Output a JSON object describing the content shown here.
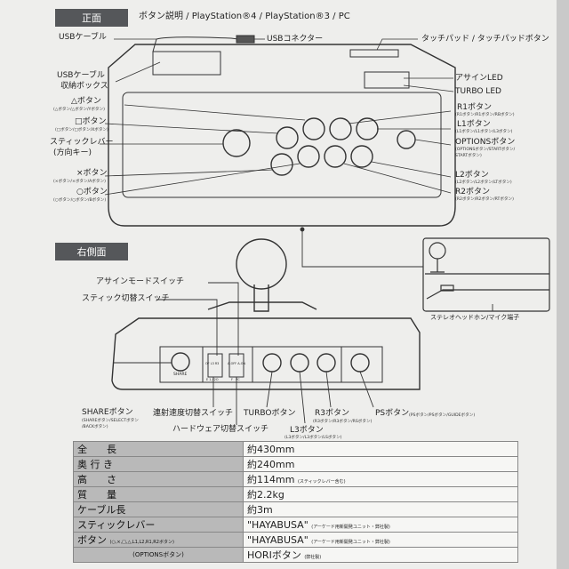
{
  "header": {
    "front_tab": "正面",
    "side_tab": "右側面",
    "subtitle": "ボタン説明 / PlayStation®4 / PlayStation®3 / PC"
  },
  "front_labels": {
    "usb_cable": "USBケーブル",
    "usb_connector": "USBコネクター",
    "touchpad": "タッチパッド / タッチパッドボタン",
    "cable_box_1": "USBケーブル",
    "cable_box_2": "収納ボックス",
    "assign_led": "アサインLED",
    "turbo_led": "TURBO LED",
    "triangle": "△ボタン",
    "triangle_sub": "(△ボタン/△ボタン/Yボタン)",
    "square": "□ボタン",
    "square_sub": "(□ボタン/□ボタン/Xボタン)",
    "stick_1": "スティックレバー",
    "stick_2": "(方向キー)",
    "cross": "×ボタン",
    "cross_sub": "(×ボタン/×ボタン/Aボタン)",
    "circle": "○ボタン",
    "circle_sub": "(○ボタン/○ボタン/Bボタン)",
    "r1": "R1ボタン",
    "r1_sub": "(R1ボタン/R1ボタン/RBボタン)",
    "l1": "L1ボタン",
    "l1_sub": "(L1ボタン/L1ボタン/L3ボタン)",
    "options": "OPTIONSボタン",
    "options_sub_1": "(OPTIONSボタン/STARTボタン/",
    "options_sub_2": "STARTボタン)",
    "l2": "L2ボタン",
    "l2_sub": "(L2ボタン/L2ボタン/LTボタン)",
    "r2": "R2ボタン",
    "r2_sub": "(R2ボタン/R2ボタン/RTボタン)"
  },
  "side_labels": {
    "assign_mode": "アサインモードスイッチ",
    "stick_switch": "スティック切替スイッチ",
    "headphone": "ステレオヘッドホン/マイク端子",
    "share_panel": "SHARE",
    "sw1_top": "OF L3 R3",
    "sw1_bottom": "E 1 / 2O",
    "sw2_top": "A-OFF A-ON",
    "sw2_bottom": "F   PC",
    "share": "SHAREボタン",
    "share_sub_1": "(SHAREボタン/SELECTボタン",
    "share_sub_2": "/BACKボタン)",
    "speed_switch": "連射速度切替スイッチ",
    "hardware_switch": "ハードウェア切替スイッチ",
    "turbo": "TURBOボタン",
    "r3": "R3ボタン",
    "r3_sub": "(R3ボタン/R3ボタン/RSボタン)",
    "l3": "L3ボタン",
    "l3_sub": "(L3ボタン/L3ボタン/LSボタン)",
    "ps": "PSボタン",
    "ps_sub": "(PSボタン/PSボタン/GUIDEボタン)"
  },
  "specs": [
    {
      "label": "全　　長",
      "value": "約430mm",
      "note": ""
    },
    {
      "label": "奥 行 き",
      "value": "約240mm",
      "note": ""
    },
    {
      "label": "高　　さ",
      "value": "約114mm",
      "note": "(スティックレバー含む)"
    },
    {
      "label": "質　　量",
      "value": "約2.2kg",
      "note": ""
    },
    {
      "label": "ケーブル長",
      "value": "約3m",
      "note": ""
    },
    {
      "label": "スティックレバー",
      "value": "\"HAYABUSA\"",
      "note": "(アーケード用新開発ユニット・弊社製)"
    },
    {
      "label": "ボタン",
      "label_note": "(○,×,□,△,L1,L2,R1,R2ボタン)",
      "value": "\"HAYABUSA\"",
      "note": "(アーケード用新開発ユニット・弊社製)"
    },
    {
      "label": "(OPTIONSボタン)",
      "value": "HORIボタン",
      "note": "(弊社製)"
    }
  ],
  "colors": {
    "header_bg": "#55575a",
    "table_label_bg": "#b9b9b9",
    "line": "#333333"
  }
}
